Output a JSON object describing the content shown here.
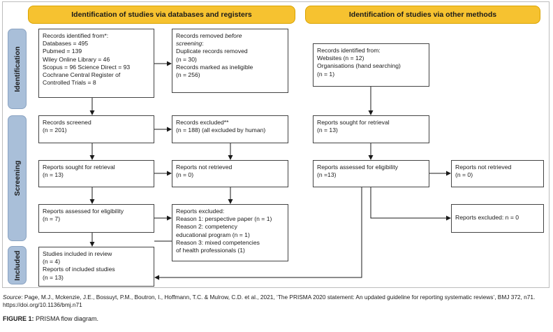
{
  "headers": {
    "databases": "Identification of studies via databases and registers",
    "other": "Identification of studies via other methods"
  },
  "phases": {
    "identification": "Identification",
    "screening": "Screening",
    "included": "Included"
  },
  "db": {
    "records_identified": "Records identified from*:\nDatabases = 495\nPubmed = 139\nWiley Online Library = 46\nScopus = 96 Science Direct = 93\nCochrane Central Register of\nControlled Trials = 8",
    "records_removed_prefix": "Records removed ",
    "records_removed_italic": "before\nscreening",
    "records_removed_rest": ":\nDuplicate records removed\n(n = 30)\nRecords marked as ineligible\n(n = 256)",
    "records_screened": "Records screened\n(n = 201)",
    "records_excluded": "Records excluded**\n(n = 188) (all excluded by human)",
    "reports_sought": "Reports sought for retrieval\n(n = 13)",
    "reports_not_retrieved": "Reports not retrieved\n(n = 0)",
    "reports_assessed": "Reports assessed for eligibility\n(n = 7)",
    "reports_excluded": "Reports excluded:\nReason 1: perspective paper (n = 1)\nReason 2: competency\neducational program (n = 1)\nReason 3: mixed competencies\nof health professionals (1)",
    "included": "Studies included in review\n(n = 4)\nReports of included studies\n(n = 13)"
  },
  "other": {
    "records_identified": "Records identified from:\n      Websites (n = 12)\n      Organisations (hand searching)\n      (n = 1)",
    "reports_sought": "Reports sought for retrieval\n(n = 13)",
    "reports_assessed": "Reports assessed for eligibility\n(n =13)",
    "reports_not_retrieved": "Reports not retrieved\n(n = 0)",
    "reports_excluded": "Reports excluded: n = 0"
  },
  "source": {
    "label": "Source",
    "text": ": Page, M.J., Mckenzie, J.E., Bossuyt, P.M., Boutron, I., Hoffmann, T.C. & Mulrow, C.D. et al., 2021, ‘The PRISMA 2020 statement: An updated guideline for reporting systematic reviews’, BMJ 372, n71. https://doi.org/10.1136/bmj.n71"
  },
  "caption": {
    "label": "FIGURE 1:",
    "text": " PRISMA flow diagram."
  },
  "colors": {
    "header_fill": "#f6c230",
    "phase_fill": "#a9bfd9",
    "box_border": "#444444",
    "arrow": "#1a1a1a"
  }
}
